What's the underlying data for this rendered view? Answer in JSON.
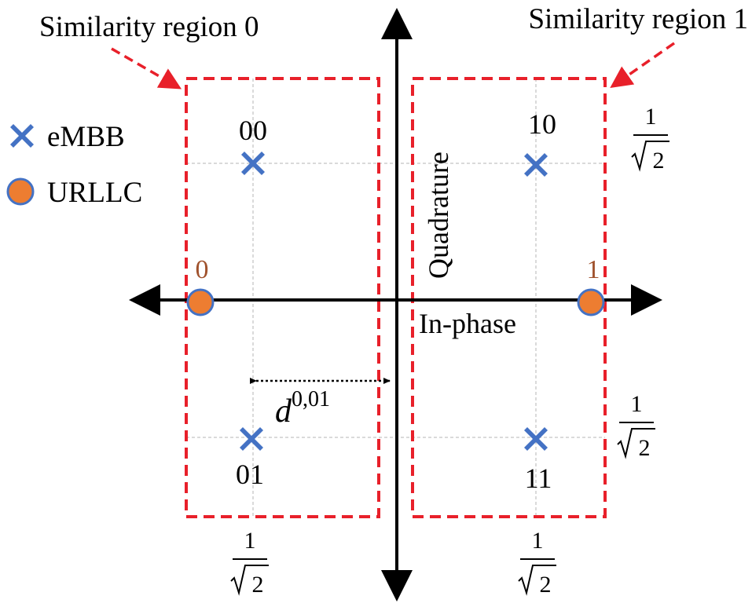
{
  "regions": {
    "left_label": "Similarity region 0",
    "right_label": "Similarity region 1"
  },
  "legend": {
    "items": [
      {
        "marker": "cross-icon",
        "label": "eMBB",
        "color": "#4472C4"
      },
      {
        "marker": "circle-icon",
        "label": "URLLC",
        "color": "#ED7D31"
      }
    ]
  },
  "axes": {
    "horizontal_label": "In-phase",
    "vertical_label": "Quadrature"
  },
  "symbols": {
    "embb": [
      {
        "label": "00"
      },
      {
        "label": "10"
      },
      {
        "label": "01"
      },
      {
        "label": "11"
      }
    ],
    "urllc": [
      {
        "label": "0"
      },
      {
        "label": "1"
      }
    ]
  },
  "fraction": {
    "numerator": "1",
    "radicand": "2"
  },
  "distance": {
    "base": "d",
    "superscript": "0,01"
  },
  "colors": {
    "region_border": "#E8202A",
    "embb": "#4472C4",
    "urllc": "#ED7D31",
    "urllc_label": "#A0522D",
    "grid": "#b5b5b5",
    "axis": "#000000"
  }
}
